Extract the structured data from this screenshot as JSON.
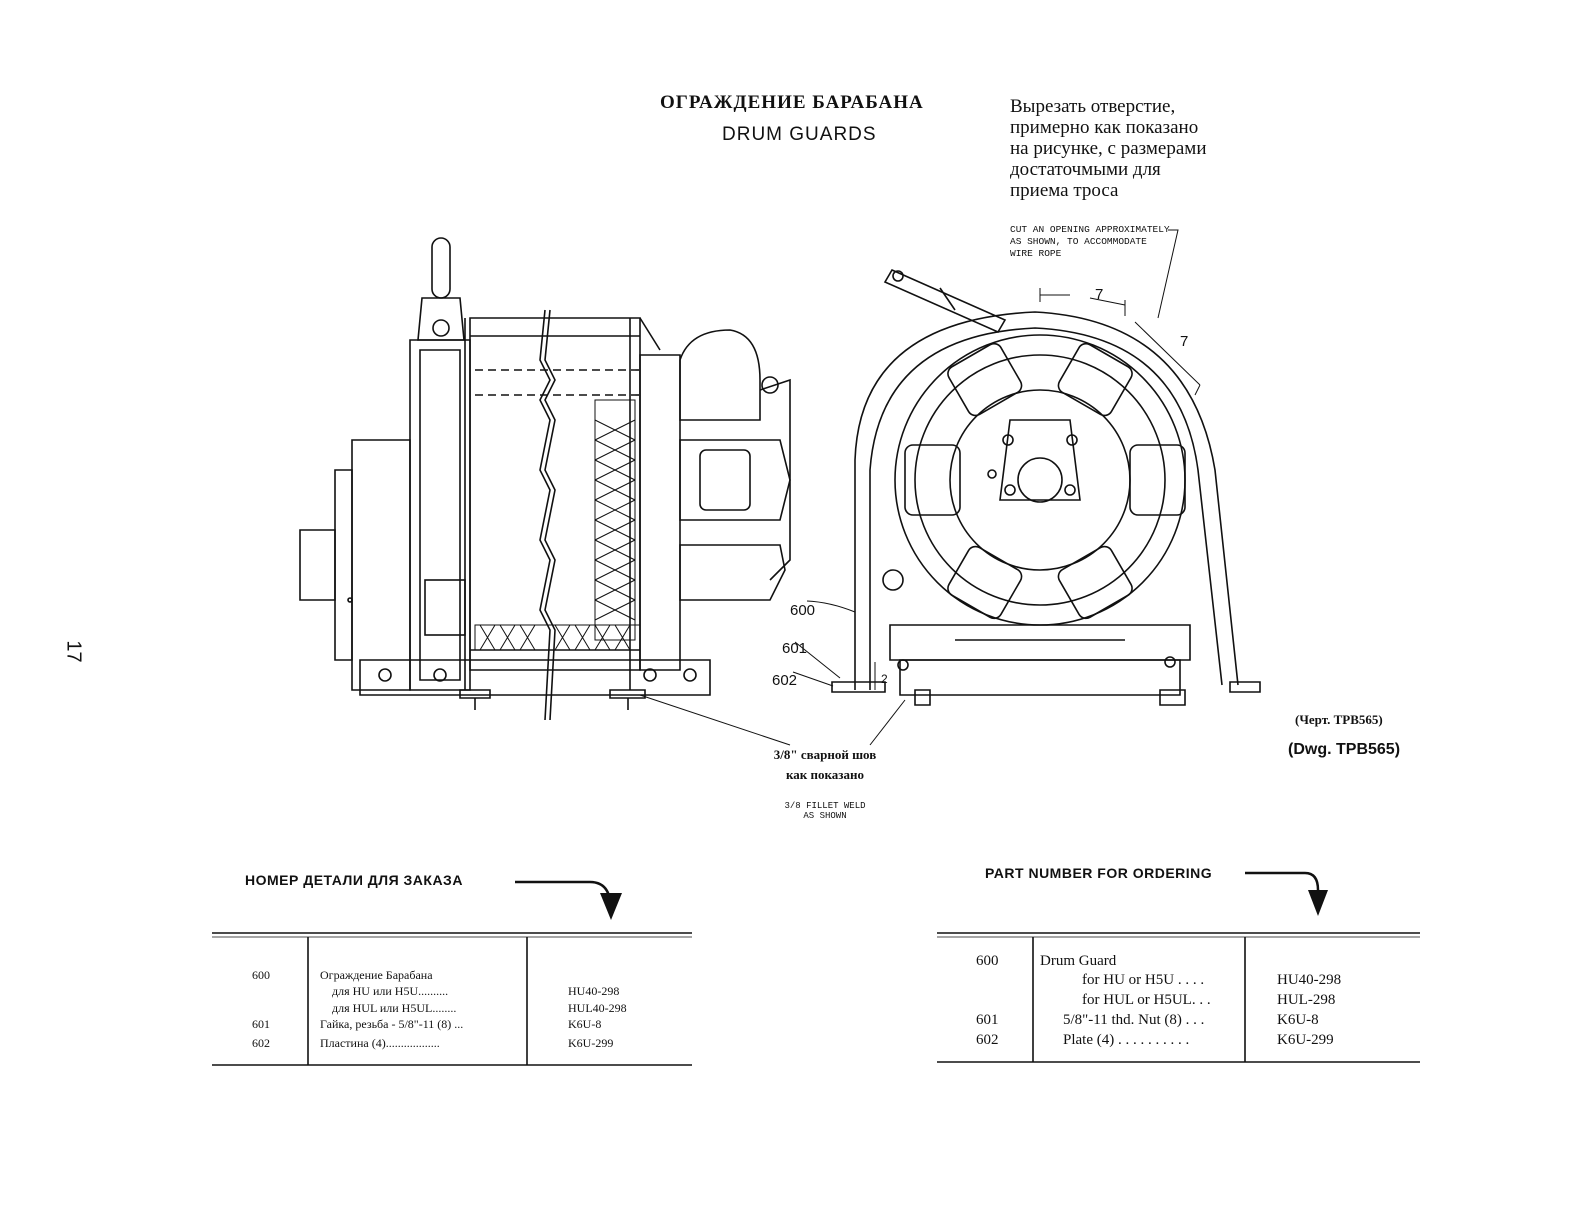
{
  "title": {
    "ru": "ОГРАЖДЕНИЕ БАРАБАНА",
    "en": "DRUM GUARDS"
  },
  "note": {
    "ru_lines": [
      "Вырезать отверстие,",
      "примерно как показано",
      "на рисунке, с размерами",
      "достаточмыми для",
      "приема троса"
    ],
    "en_lines": [
      "CUT AN OPENING APPROXIMATELY",
      "AS SHOWN, TO ACCOMMODATE",
      "WIRE ROPE"
    ]
  },
  "callouts": {
    "c600": "600",
    "c601": "601",
    "c602": "602",
    "dim7a": "7",
    "dim7b": "7",
    "dim2": "2"
  },
  "weld": {
    "ru_lines": [
      "3/8\" сварной шов",
      "как показано"
    ],
    "en_lines": [
      "3/8 FILLET WELD",
      "AS SHOWN"
    ]
  },
  "drawing": {
    "ru": "(Черт. TPB565)",
    "en": "(Dwg. TPB565)"
  },
  "page_number": "17",
  "order_header": {
    "ru": "НОМЕР ДЕТАЛИ ДЛЯ ЗАКАЗА",
    "en": "PART NUMBER FOR ORDERING"
  },
  "parts_ru": [
    {
      "item": "600",
      "desc": "Ограждение Барабана",
      "part": ""
    },
    {
      "item": "",
      "desc": "для HU или H5U..........",
      "part": "HU40-298"
    },
    {
      "item": "",
      "desc": "для HUL или H5UL........",
      "part": "HUL40-298"
    },
    {
      "item": "601",
      "desc": "Гайка, резьба - 5/8\"-11 (8) ...",
      "part": "K6U-8"
    },
    {
      "item": "602",
      "desc": "Пластина (4)..................",
      "part": "K6U-299"
    }
  ],
  "parts_en": [
    {
      "item": "600",
      "desc": "Drum Guard",
      "part": ""
    },
    {
      "item": "",
      "desc": "for HU or H5U . . . .",
      "part": "HU40-298"
    },
    {
      "item": "",
      "desc": "for HUL or H5UL. . .",
      "part": "HUL-298"
    },
    {
      "item": "601",
      "desc": "5/8\"-11 thd. Nut (8) . . .",
      "part": "K6U-8"
    },
    {
      "item": "602",
      "desc": "Plate (4) . . . . . . . . . .",
      "part": "K6U-299"
    }
  ]
}
